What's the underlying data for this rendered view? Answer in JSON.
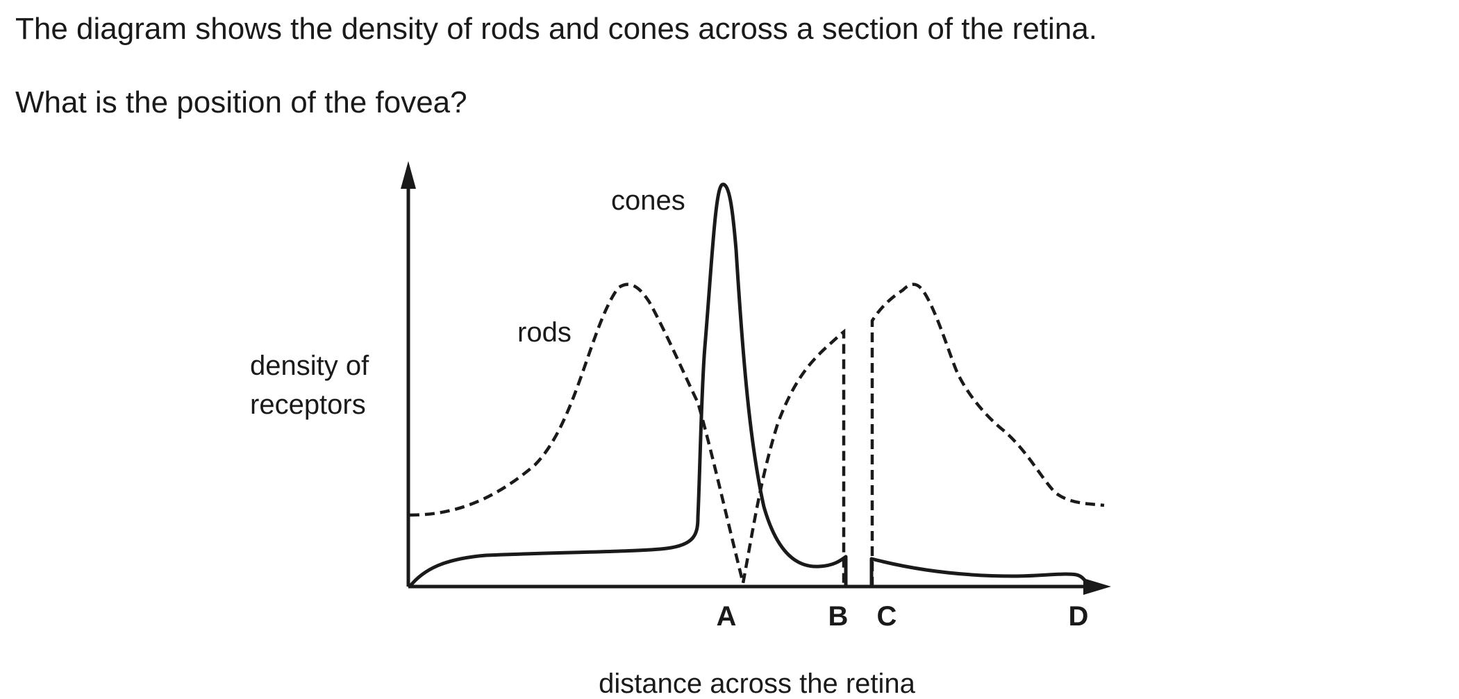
{
  "question": {
    "intro": "The diagram shows the density of rods and cones across a section of the retina.",
    "prompt": "What is the position of the fovea?"
  },
  "diagram": {
    "y_axis_label_line1": "density of",
    "y_axis_label_line2": "receptors",
    "x_axis_label": "distance across the retina",
    "curve_labels": {
      "cones": "cones",
      "rods": "rods"
    },
    "position_labels": [
      "A",
      "B",
      "C",
      "D"
    ],
    "colors": {
      "ink": "#1a1a1a",
      "background": "#ffffff"
    }
  }
}
